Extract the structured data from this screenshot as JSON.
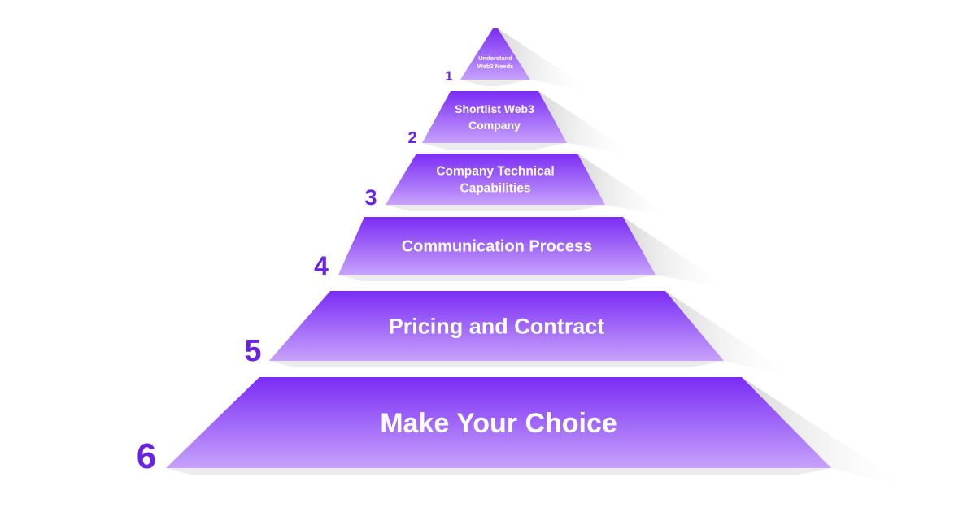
{
  "pyramid": {
    "tiers": [
      {
        "number": "1",
        "lines": [
          "Understand",
          "Web3 Needs"
        ]
      },
      {
        "number": "2",
        "lines": [
          "Shortlist Web3",
          "Company"
        ]
      },
      {
        "number": "3",
        "lines": [
          "Company Technical",
          "Capabilities"
        ]
      },
      {
        "number": "4",
        "lines": [
          "Communication Process"
        ]
      },
      {
        "number": "5",
        "lines": [
          "Pricing and Contract"
        ]
      },
      {
        "number": "6",
        "lines": [
          "Make Your Choice"
        ]
      }
    ]
  },
  "colors": {
    "tier_top": "#7a2cf5",
    "tier_bottom": "#c7a2fb",
    "number": "#6a22e6",
    "shadow": "#d9d9d9"
  }
}
